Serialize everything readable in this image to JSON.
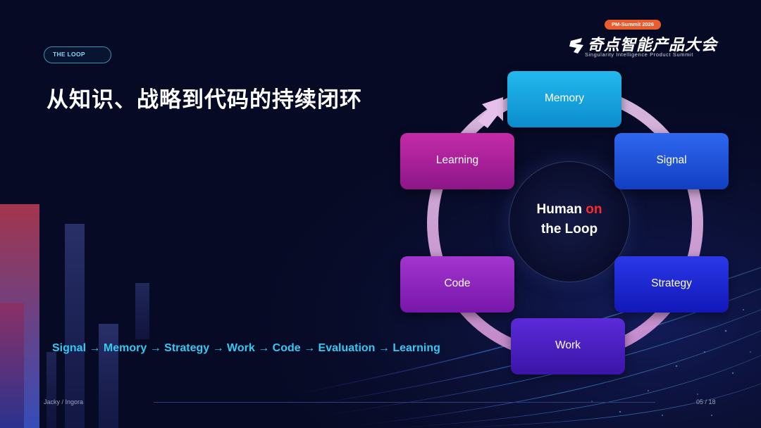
{
  "tag": "THE LOOP",
  "title": "从知识、战略到代码的持续闭环",
  "logo": {
    "badge": "PM-Summit 2026",
    "name_cn": "奇点智能产品大会",
    "name_en": "Singularity Intelligence Product Summit"
  },
  "loop": {
    "nodes": [
      "Memory",
      "Signal",
      "Strategy",
      "Work",
      "Code",
      "Learning"
    ],
    "center": {
      "line1_a": "Human",
      "line1_b": "on",
      "line2": "the Loop"
    }
  },
  "flow_text": "Signal → Memory → Strategy → Work → Code → Evaluation → Learning",
  "footer": {
    "author": "Jacky / Ingora",
    "page": "05 / 18"
  },
  "colors": {
    "accent_cyan": "#33c9f2",
    "accent_red": "#ff2a2a",
    "brand_orange": "#ea5b2e",
    "ring": "#d8a8dc"
  }
}
